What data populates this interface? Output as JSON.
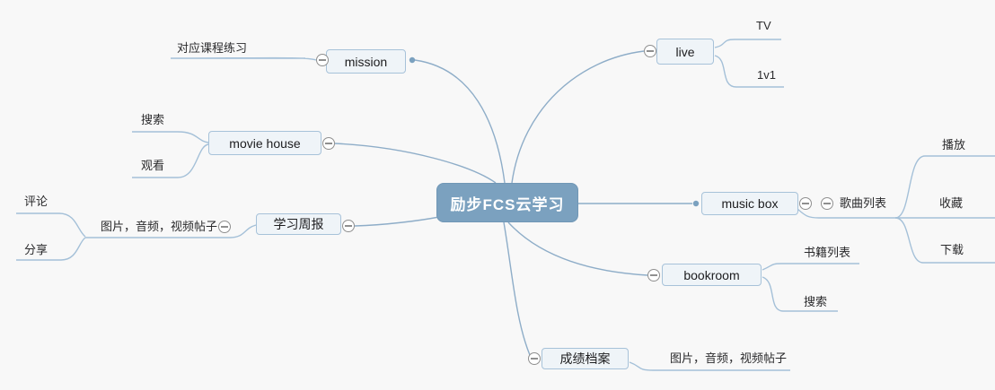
{
  "nodes": {
    "root": {
      "label": "励步FCS云学习"
    },
    "mission": {
      "label": "mission"
    },
    "practice": {
      "label": "对应课程练习"
    },
    "movie_house": {
      "label": "movie house"
    },
    "movie_search": {
      "label": "搜索"
    },
    "movie_watch": {
      "label": "观看"
    },
    "weekly_report": {
      "label": "学习周报"
    },
    "weekly_posts": {
      "label": "图片，音频，视频帖子"
    },
    "comment": {
      "label": "评论"
    },
    "share": {
      "label": "分享"
    },
    "live": {
      "label": "live"
    },
    "tv": {
      "label": "TV"
    },
    "one_v_one": {
      "label": "1v1"
    },
    "music_box": {
      "label": "music box"
    },
    "song_list": {
      "label": "歌曲列表"
    },
    "play": {
      "label": "播放"
    },
    "collect": {
      "label": "收藏"
    },
    "download": {
      "label": "下载"
    },
    "bookroom": {
      "label": "bookroom"
    },
    "book_list": {
      "label": "书籍列表"
    },
    "book_search": {
      "label": "搜索"
    },
    "score_archive": {
      "label": "成绩档案"
    },
    "score_posts": {
      "label": "图片，音频，视频帖子"
    }
  },
  "tree": {
    "励步FCS云学习": {
      "mission": [
        "对应课程练习"
      ],
      "movie house": [
        "搜索",
        "观看"
      ],
      "学习周报": {
        "图片，音频，视频帖子": [
          "评论",
          "分享"
        ]
      },
      "live": [
        "TV",
        "1v1"
      ],
      "music box": {
        "歌曲列表": [
          "播放",
          "收藏",
          "下载"
        ]
      },
      "bookroom": [
        "书籍列表",
        "搜索"
      ],
      "成绩档案": [
        "图片，音频，视频帖子"
      ]
    }
  },
  "colors": {
    "background": "#f8f8f8",
    "root_fill": "#7ba1bf",
    "root_text": "#ffffff",
    "node_fill": "#eff4f8",
    "node_border": "#a7c2d9",
    "branch_line": "#a4c0d8",
    "center_line": "#8eadc8",
    "expander_border": "#8f8f8f"
  }
}
